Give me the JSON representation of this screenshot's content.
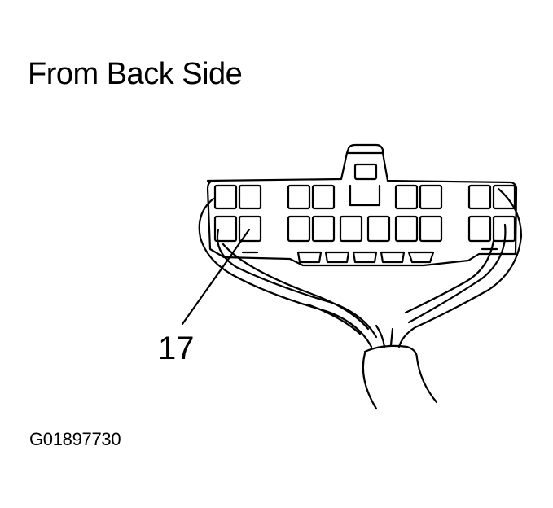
{
  "title": "From Back Side",
  "figure_code": "G01897730",
  "callout_label": "17",
  "colors": {
    "ink": "#000000",
    "paper": "#ffffff"
  }
}
